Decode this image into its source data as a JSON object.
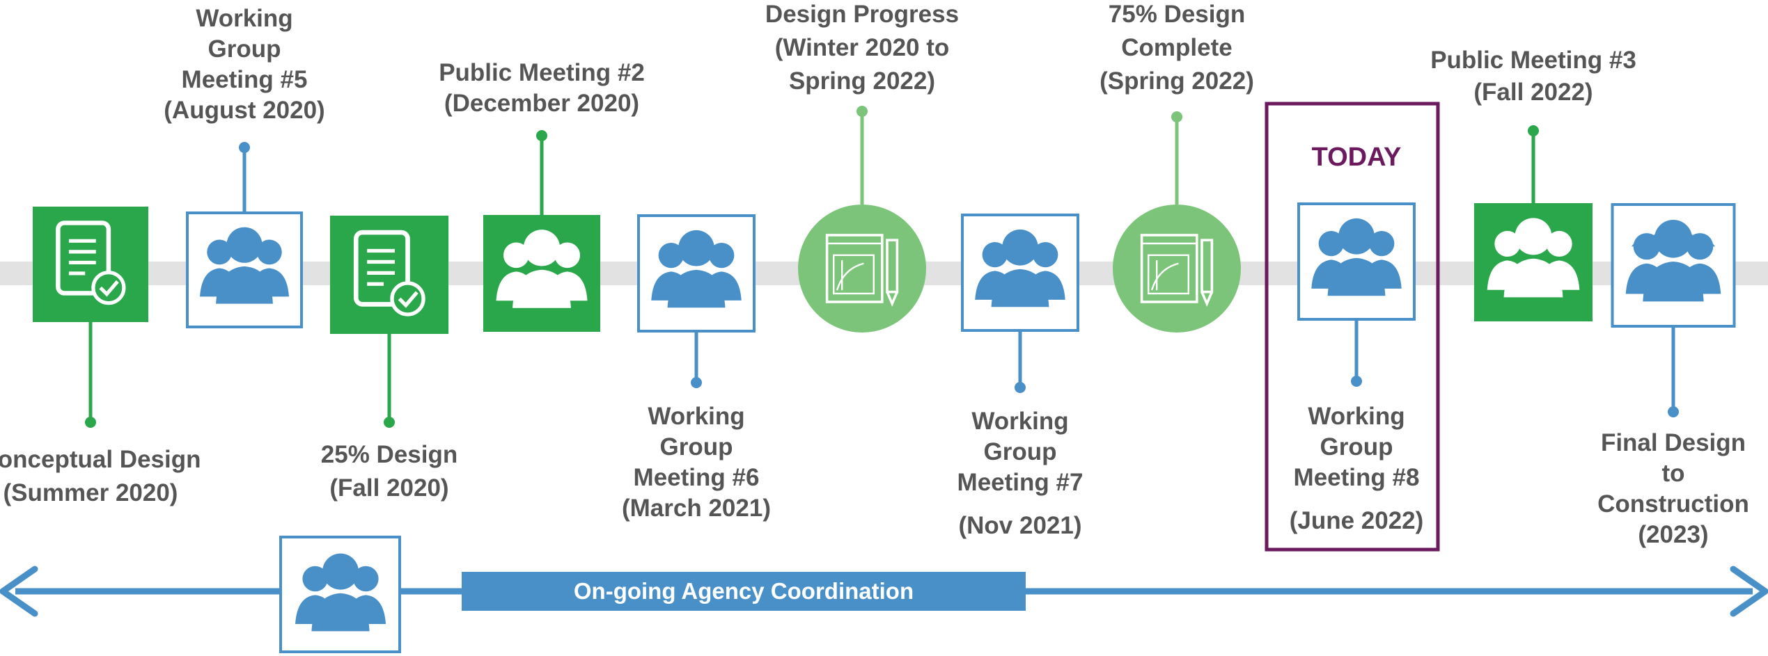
{
  "colors": {
    "dark_green": "#2aa74a",
    "light_green": "#7bc47a",
    "blue": "#4a90c8",
    "today_purple": "#6b1a5e",
    "text_gray": "#555555",
    "timeline_gray": "#e2e2e2"
  },
  "milestones": [
    {
      "id": "conceptual",
      "lines": [
        "Conceptual Design",
        "(Summer 2020)"
      ],
      "icon": "document-check-icon",
      "color": "#2aa74a"
    },
    {
      "id": "wg5",
      "lines": [
        "Working",
        "Group",
        "Meeting #5",
        "(August 2020)"
      ],
      "icon": "group-people-icon",
      "color": "#4a90c8"
    },
    {
      "id": "design25",
      "lines": [
        "25% Design",
        "(Fall 2020)"
      ],
      "icon": "document-check-icon",
      "color": "#2aa74a"
    },
    {
      "id": "pm2",
      "lines": [
        "Public Meeting #2",
        "(December 2020)"
      ],
      "icon": "group-people-icon",
      "color": "#2aa74a"
    },
    {
      "id": "wg6",
      "lines": [
        "Working",
        "Group",
        "Meeting #6",
        "(March 2021)"
      ],
      "icon": "group-people-icon",
      "color": "#4a90c8"
    },
    {
      "id": "progress",
      "lines": [
        "Design Progress",
        "(Winter 2020 to",
        "Spring 2022)"
      ],
      "icon": "blueprint-pencil-icon",
      "color": "#7bc47a"
    },
    {
      "id": "wg7",
      "lines": [
        "Working",
        "Group",
        "Meeting #7",
        "(Nov 2021)"
      ],
      "icon": "group-people-icon",
      "color": "#4a90c8"
    },
    {
      "id": "design75",
      "lines": [
        "75% Design",
        "Complete",
        "(Spring 2022)"
      ],
      "icon": "blueprint-pencil-icon",
      "color": "#7bc47a"
    },
    {
      "id": "wg8",
      "lines": [
        "Working",
        "Group",
        "Meeting #8",
        "(June 2022)"
      ],
      "icon": "group-people-icon",
      "color": "#4a90c8"
    },
    {
      "id": "pm3",
      "lines": [
        "Public Meeting #3",
        "(Fall 2022)"
      ],
      "icon": "group-people-icon",
      "color": "#2aa74a"
    },
    {
      "id": "final",
      "lines": [
        "Final Design",
        "to",
        "Construction",
        "(2023)"
      ],
      "icon": "construction-workers-icon",
      "color": "#4a90c8"
    }
  ],
  "today_label": "TODAY",
  "agency_coordination_label": "On-going Agency Coordination"
}
